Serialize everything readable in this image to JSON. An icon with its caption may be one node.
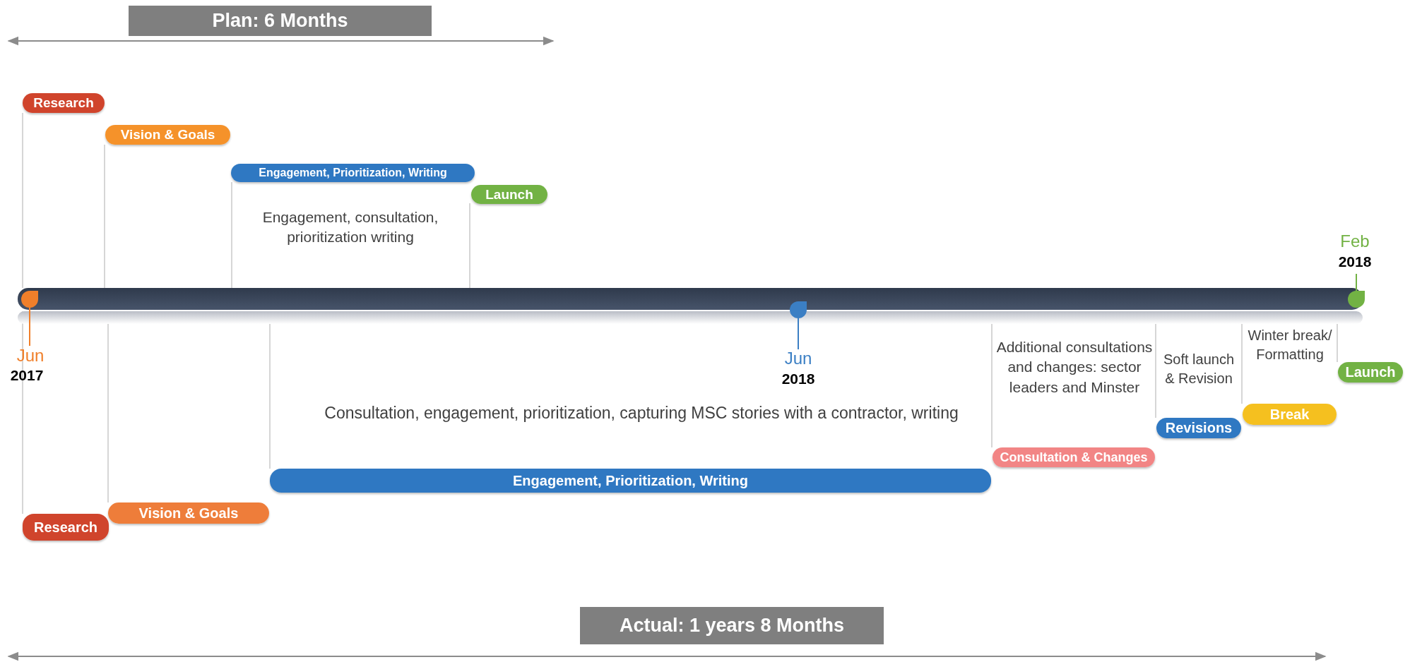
{
  "diagram": {
    "nodes": [
      {
        "text": [
          "Plan: 6 Months"
        ]
      },
      {
        "text": [
          "Research"
        ]
      },
      {
        "text": [
          "Vision & Goals"
        ]
      },
      {
        "text": [
          "Engagement, Prioritization, Writing"
        ]
      },
      {
        "text": [
          "Launch"
        ]
      },
      {
        "text": [
          "Research"
        ]
      },
      {
        "text": [
          "Vision & Goals"
        ]
      },
      {
        "text": [
          "Engagement, Prioritization, Writing"
        ]
      },
      {
        "text": [
          "Consultation & Changes"
        ]
      },
      {
        "text": [
          "Revisions"
        ]
      },
      {
        "text": [
          "Break"
        ]
      },
      {
        "text": [
          "Launch"
        ]
      },
      {
        "text": [
          "Actual: 1 years 8 Months"
        ]
      }
    ],
    "labels": [
      "Engagement, consultation, prioritization writing",
      "Feb",
      "2018",
      "Jun",
      "2017",
      "Jun",
      "2018",
      "Winter break/ Formatting",
      "Additional consultations and changes: sector leaders and Minster",
      "Soft launch & Revision",
      "Consultation, engagement, prioritization, capturing MSC stories with a contractor, writing"
    ]
  }
}
